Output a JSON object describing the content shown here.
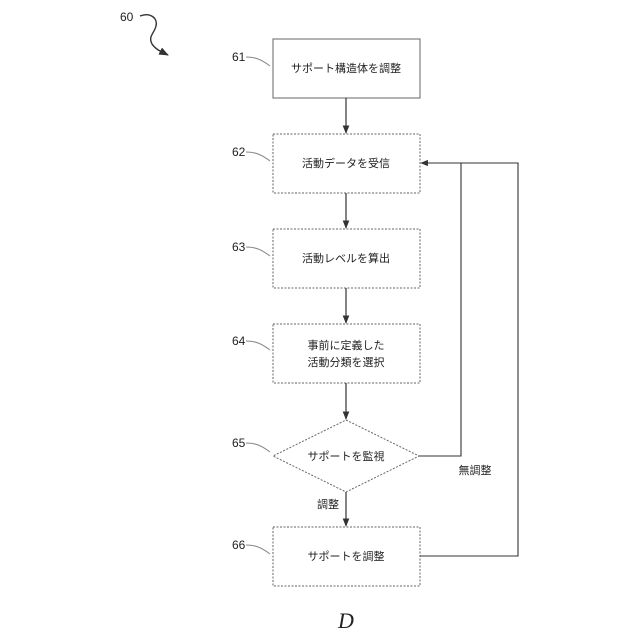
{
  "figure_ref": "60",
  "figure_label": "D",
  "steps": [
    {
      "ref": "61",
      "label": "サポート構造体を調整"
    },
    {
      "ref": "62",
      "label": "活動データを受信"
    },
    {
      "ref": "63",
      "label": "活動レベルを算出"
    },
    {
      "ref": "64",
      "label_line1": "事前に定義した",
      "label_line2": "活動分類を選択"
    },
    {
      "ref": "65",
      "label": "サポートを監視"
    },
    {
      "ref": "66",
      "label": "サポートを調整"
    }
  ],
  "edges": {
    "adjust": "調整",
    "no_adjust": "無調整"
  }
}
